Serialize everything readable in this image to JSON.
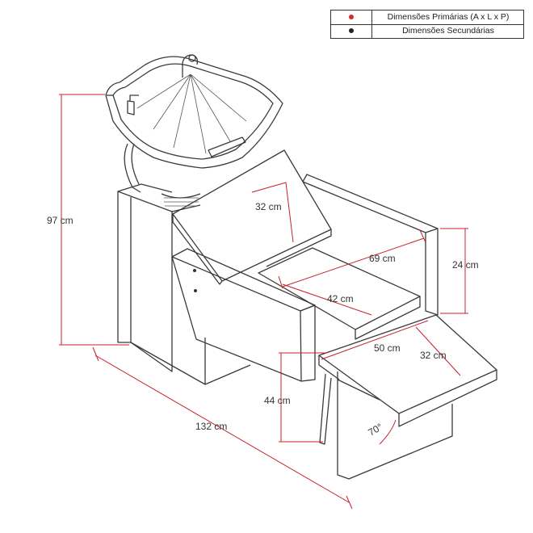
{
  "legend": {
    "primary": {
      "label": "Dimensões Primárias (A x L x P)",
      "dot_color": "#d62b2b"
    },
    "secondary": {
      "label": "Dimensões Secundárias",
      "dot_color": "#222222"
    }
  },
  "dimensions": {
    "height_total": "97 cm",
    "backrest": "32 cm",
    "seat_depth": "69 cm",
    "armrest_height": "24 cm",
    "seat_width": "42 cm",
    "footrest_width": "50 cm",
    "footrest_depth": "32 cm",
    "seat_height": "44 cm",
    "footrest_angle": "70°",
    "total_length": "132 cm"
  },
  "colors": {
    "line": "#3a3a3a",
    "dimension_line": "#c8202a"
  }
}
